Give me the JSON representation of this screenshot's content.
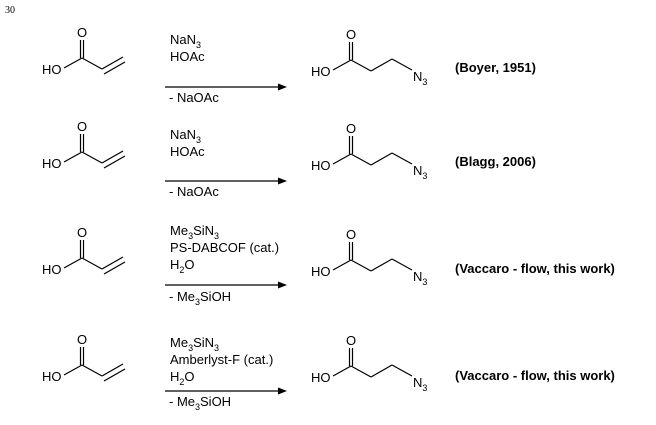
{
  "page_number": "30",
  "reactions": [
    {
      "reagents": [
        {
          "text": "NaN",
          "sub": "3",
          "after": ""
        },
        {
          "text": "HOAc",
          "sub": "",
          "after": ""
        }
      ],
      "byproduct": {
        "text": "- NaOAc",
        "sub": "",
        "after": ""
      },
      "citation": "(Boyer, 1951)"
    },
    {
      "reagents": [
        {
          "text": "NaN",
          "sub": "3",
          "after": ""
        },
        {
          "text": "HOAc",
          "sub": "",
          "after": ""
        }
      ],
      "byproduct": {
        "text": "- NaOAc",
        "sub": "",
        "after": ""
      },
      "citation": "(Blagg, 2006)"
    },
    {
      "reagents": [
        {
          "text": "Me",
          "sub": "3",
          "after": "SiN",
          "sub2": "3"
        },
        {
          "text": "PS-DABCOF (cat.)",
          "sub": "",
          "after": ""
        },
        {
          "text": "H",
          "sub": "2",
          "after": "O"
        }
      ],
      "byproduct": {
        "text": "- Me",
        "sub": "3",
        "after": "SiOH"
      },
      "citation": "(Vaccaro - flow, this work)"
    },
    {
      "reagents": [
        {
          "text": "Me",
          "sub": "3",
          "after": "SiN",
          "sub2": "3"
        },
        {
          "text": "Amberlyst-F (cat.)",
          "sub": "",
          "after": ""
        },
        {
          "text": "H",
          "sub": "2",
          "after": "O"
        }
      ],
      "byproduct": {
        "text": "- Me",
        "sub": "3",
        "after": "SiOH"
      },
      "citation": "(Vaccaro - flow, this work)"
    }
  ],
  "structures": {
    "oxygen": "O",
    "hydroxyl": "HO",
    "azide": "N",
    "azide_sub": "3"
  }
}
